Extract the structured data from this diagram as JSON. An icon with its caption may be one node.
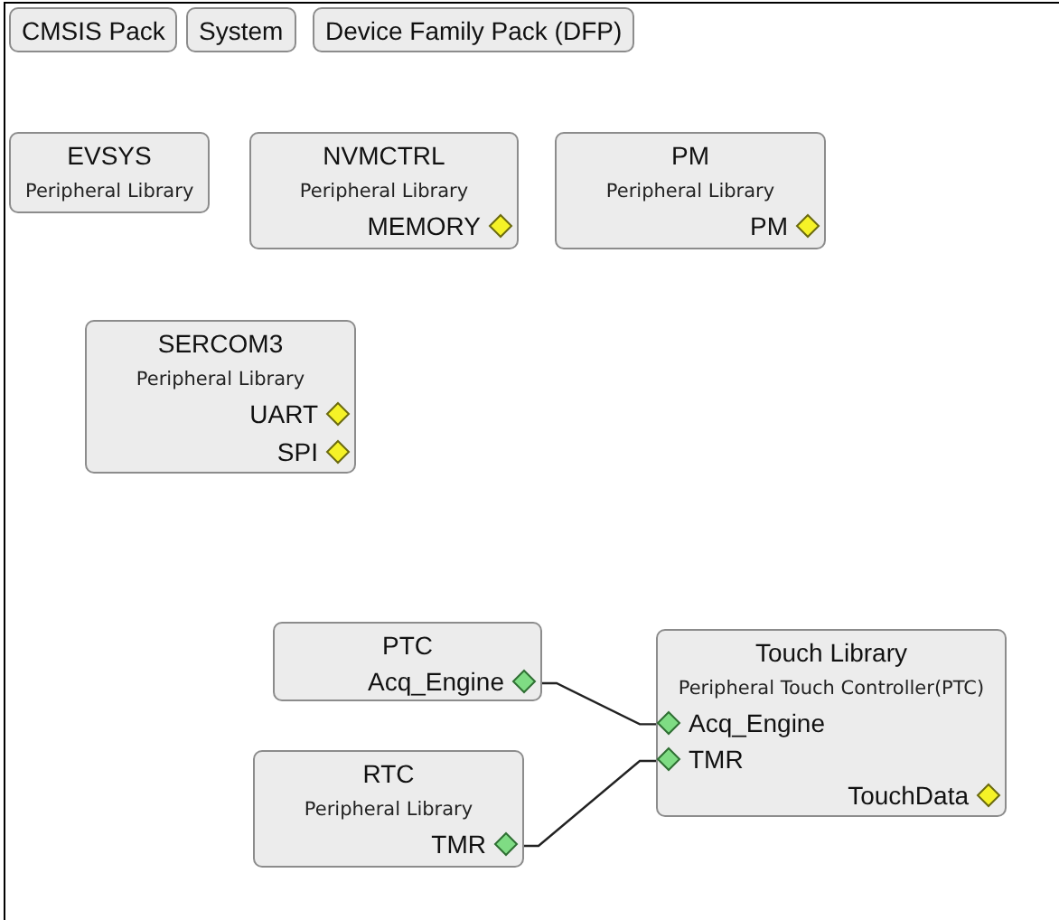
{
  "diagram": {
    "nodes": [
      {
        "text": [
          "CMSIS Pack"
        ]
      },
      {
        "text": [
          "System"
        ]
      },
      {
        "text": [
          "Device Family Pack (DFP)"
        ]
      },
      {
        "text": [
          "EVSYS",
          "Peripheral Library"
        ]
      },
      {
        "text": [
          "NVMCTRL",
          "Peripheral Library"
        ]
      },
      {
        "text": [
          "MEMORY"
        ],
        "in": 4
      },
      {
        "text": [
          "PM",
          "Peripheral Library"
        ]
      },
      {
        "text": [
          "PM"
        ],
        "in": 6
      },
      {
        "text": [
          "SERCOM3",
          "Peripheral Library"
        ]
      },
      {
        "text": [
          "UART"
        ],
        "in": 8
      },
      {
        "text": [
          "SPI"
        ],
        "in": 8
      },
      {
        "text": [
          "PTC"
        ]
      },
      {
        "text": [
          "Acq_Engine"
        ],
        "in": 11
      },
      {
        "text": [
          "Touch Library",
          "Peripheral Touch Controller(PTC)"
        ]
      },
      {
        "text": [
          "Acq_Engine"
        ],
        "in": 13
      },
      {
        "text": [
          "TMR"
        ],
        "in": 13
      },
      {
        "text": [
          "TouchData"
        ],
        "in": 13
      },
      {
        "text": [
          "RTC",
          "Peripheral Library"
        ]
      },
      {
        "text": [
          "TMR"
        ],
        "in": 17
      }
    ],
    "edges": [
      {
        "from": 12,
        "to": 14,
        "arrow": "none"
      },
      {
        "from": 18,
        "to": 15,
        "arrow": "none"
      }
    ]
  }
}
